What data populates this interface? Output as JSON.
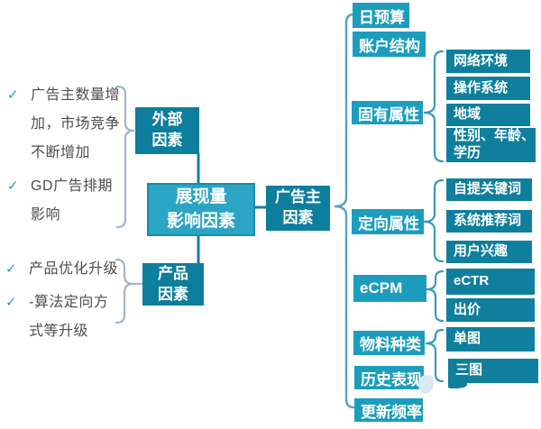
{
  "ui": {
    "check": "✓"
  },
  "colors": {
    "box_dark": "#0E7E9D",
    "box_mid": "#1D9DBD",
    "box_root_fill": "#2AA5C5",
    "box_root_border": "#1A8CAB",
    "note_text": "#4D4D4D",
    "check_mark": "#2F9AB5",
    "brace_left": "#9DB9CB",
    "brace_right": "#55A3C3",
    "brace_small": "#3A9ABB",
    "connector": "#16809F"
  },
  "center": {
    "label": "展现量\n影响因素"
  },
  "external": {
    "label": "外部\n因素",
    "notes": [
      "广告主数量增加，市场竞争不断增加",
      "GD广告排期影响"
    ]
  },
  "product": {
    "label": "产品\n因素",
    "notes": [
      "产品优化升级",
      "-算法定向方式等升级"
    ]
  },
  "advertiser": {
    "label": "广告主\n因素"
  },
  "branches": [
    {
      "label": "日预算",
      "children": []
    },
    {
      "label": "账户结构",
      "children": []
    },
    {
      "label": "固有属性",
      "children": [
        "网络环境",
        "操作系统",
        "地域",
        "性别、年龄、学历"
      ]
    },
    {
      "label": "定向属性",
      "children": [
        "自提关键词",
        "系统推荐词",
        "用户兴趣"
      ]
    },
    {
      "label": "eCPM",
      "children": [
        "eCTR",
        "出价"
      ]
    },
    {
      "label": "物料种类",
      "children": [
        "单图",
        "三图"
      ]
    },
    {
      "label": "历史表现",
      "children": []
    },
    {
      "label": "更新频率",
      "children": []
    }
  ]
}
